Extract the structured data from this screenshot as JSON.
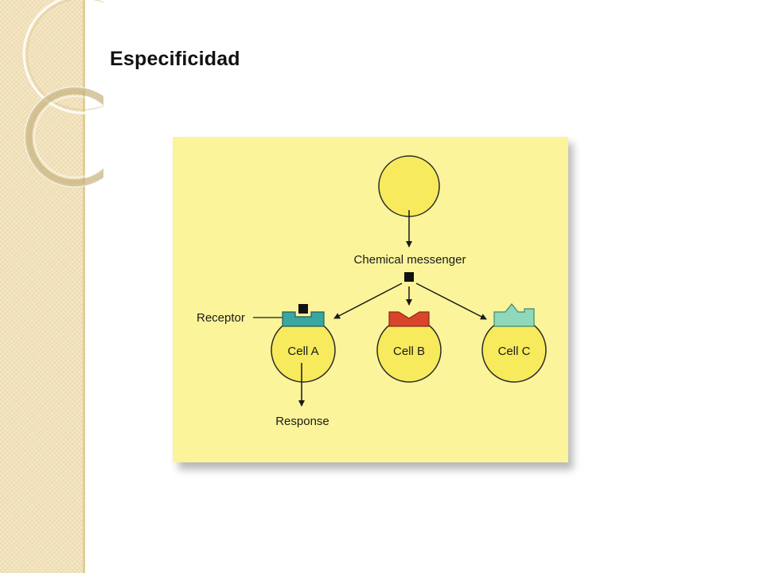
{
  "slide": {
    "title": "Especificidad"
  },
  "diagram": {
    "source_cell_label": "",
    "messenger_label": "Chemical messenger",
    "receptor_label": "Receptor",
    "cells": [
      {
        "label": "Cell A",
        "receptor_color": "#3aa6a0"
      },
      {
        "label": "Cell B",
        "receptor_color": "#d8452b"
      },
      {
        "label": "Cell C",
        "receptor_color": "#8fd8bc"
      }
    ],
    "response_label": "Response"
  },
  "colors": {
    "figure_background": "#fbf49a",
    "cell_fill": "#f7ea5c",
    "cell_stroke": "#2a2a2a",
    "left_band": "#f3e3bb"
  }
}
